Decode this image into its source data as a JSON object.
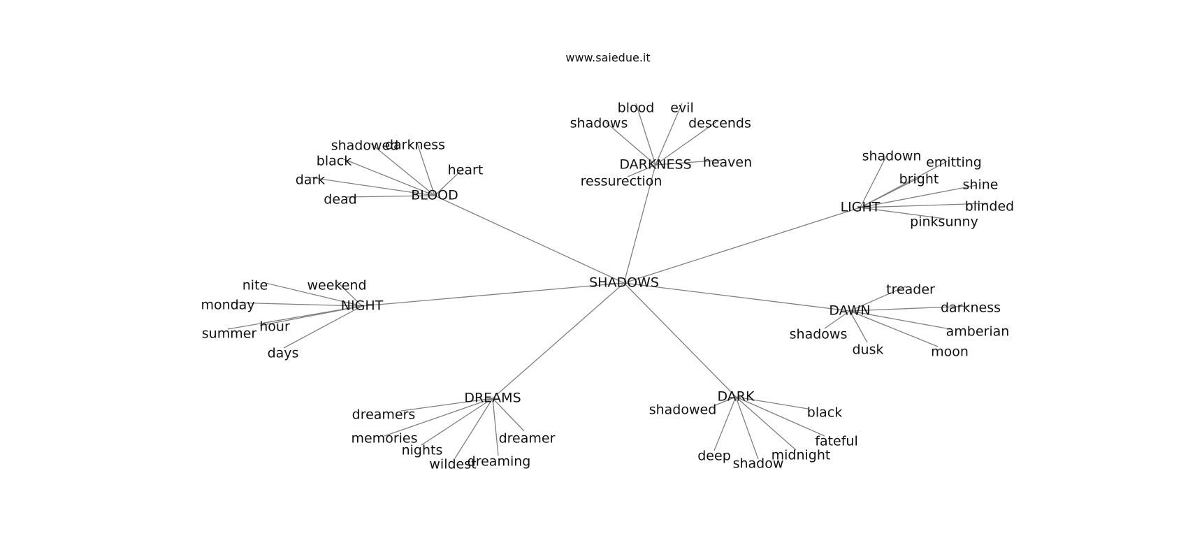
{
  "header": {
    "site": "www.saiedue.it"
  },
  "graph": {
    "edge_color": "#808080",
    "text_color": "#111111",
    "center": "SHADOWS",
    "groups": [
      {
        "hub": "BLOOD",
        "leaves": [
          "shadowed",
          "darkness",
          "black",
          "heart",
          "dark",
          "dead"
        ]
      },
      {
        "hub": "DARKNESS",
        "leaves": [
          "blood",
          "evil",
          "shadows",
          "descends",
          "heaven",
          "ressurection"
        ]
      },
      {
        "hub": "LIGHT",
        "leaves": [
          "shadown",
          "emitting",
          "bright",
          "shine",
          "blinded",
          "pinksunny"
        ]
      },
      {
        "hub": "NIGHT",
        "leaves": [
          "nite",
          "weekend",
          "monday",
          "hour",
          "summer",
          "days"
        ]
      },
      {
        "hub": "DAWN",
        "leaves": [
          "treader",
          "darkness",
          "shadows",
          "amberian",
          "dusk",
          "moon"
        ]
      },
      {
        "hub": "DREAMS",
        "leaves": [
          "dreamers",
          "memories",
          "dreamer",
          "nights",
          "dreaming",
          "wildest"
        ]
      },
      {
        "hub": "DARK",
        "leaves": [
          "shadowed",
          "black",
          "fateful",
          "deep",
          "midnight",
          "shadow"
        ]
      }
    ]
  }
}
